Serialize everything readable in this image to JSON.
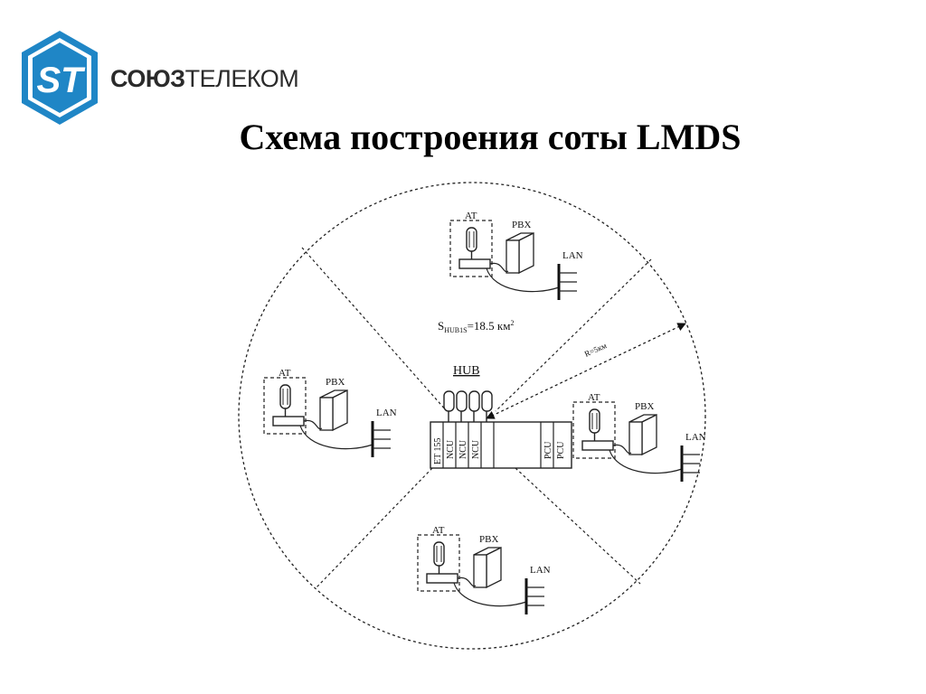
{
  "logo": {
    "mark_text": "ST",
    "name_bold": "СОЮЗ",
    "name_regular": "ТЕЛЕКОМ",
    "color": "#1f86c6"
  },
  "title": "Схема построения соты LMDS",
  "diagram": {
    "area_label_main": "S",
    "area_label_sub": "HUB1S",
    "area_label_value": "=18.5 км",
    "area_label_sup": "2",
    "radius_label": "R=5км",
    "hub_label": "HUB",
    "hub_modules": [
      "ET 155",
      "NCU",
      "NCU",
      "NCU",
      "PCU",
      "PCU"
    ],
    "subscribers": [
      {
        "at": "AT",
        "pbx": "PBX",
        "lan": "LAN"
      },
      {
        "at": "AT",
        "pbx": "PBX",
        "lan": "LAN"
      },
      {
        "at": "AT",
        "pbx": "PBX",
        "lan": "LAN"
      },
      {
        "at": "AT",
        "pbx": "PBX",
        "lan": "LAN"
      }
    ]
  }
}
